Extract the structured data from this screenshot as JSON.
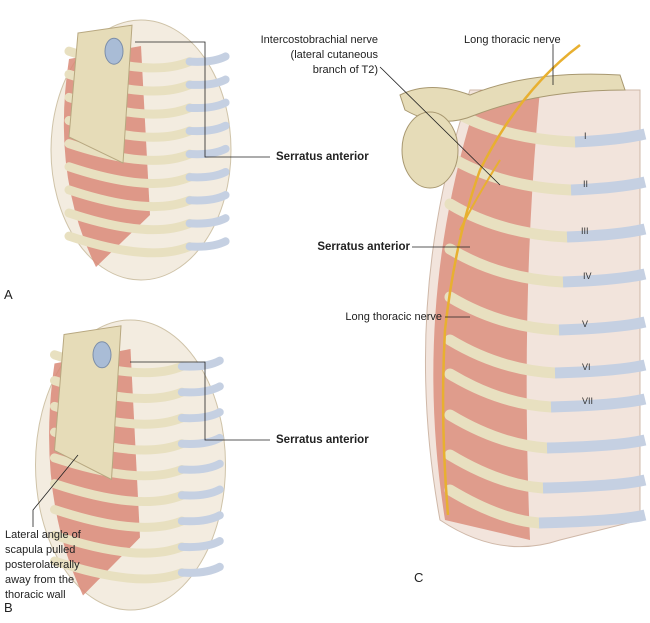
{
  "panels": {
    "a": "A",
    "b": "B",
    "c": "C"
  },
  "labels": {
    "a_serratus": "Serratus anterior",
    "b_serratus": "Serratus anterior",
    "b_scapula": [
      "Lateral angle of",
      "scapula pulled",
      "posterolaterally",
      "away from the",
      "thoracic wall"
    ],
    "c_intercosto": [
      "Intercostobrachial nerve",
      "(lateral cutaneous",
      "branch of T2)"
    ],
    "c_long_top": "Long thoracic nerve",
    "c_serratus": "Serratus anterior",
    "c_long_side": "Long thoracic nerve"
  },
  "rib_numerals": [
    "I",
    "II",
    "III",
    "IV",
    "V",
    "VI",
    "VII"
  ],
  "colors": {
    "bone": "#e8e0c0",
    "cartilage": "#c5d0e2",
    "muscle": "#d98a78",
    "nerve": "#e8b030",
    "line": "#222222"
  }
}
